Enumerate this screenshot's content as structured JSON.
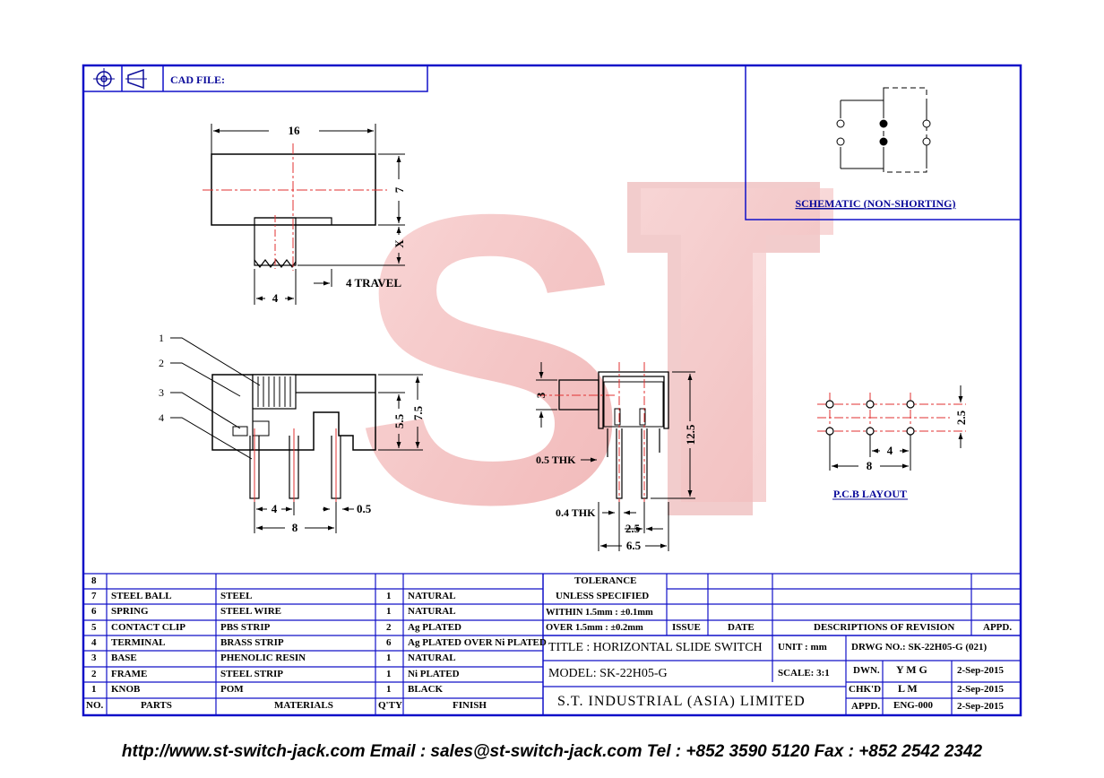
{
  "header": {
    "cad_file_label": "CAD FILE:"
  },
  "drawing": {
    "watermark": "ST",
    "dims": {
      "width_16": "16",
      "height_7": "7",
      "x": "X",
      "knob_4": "4",
      "travel": "4 TRAVEL",
      "side_7_5": "7.5",
      "side_5_5": "5.5",
      "pin_4": "4",
      "pin_8": "8",
      "pin_0_5": "0.5",
      "front_3": "3",
      "front_12_5": "12.5",
      "thk_0_5": "0.5 THK",
      "thk_0_4": "0.4 THK",
      "front_2_5": "2.5",
      "front_6_5": "6.5",
      "pcb_2_5": "2.5",
      "pcb_4": "4",
      "pcb_8": "8"
    },
    "callouts": [
      "1",
      "2",
      "3",
      "4"
    ],
    "schematic_label": "SCHEMATIC (NON-SHORTING)",
    "pcb_label": "P.C.B LAYOUT"
  },
  "bom": {
    "rows": [
      {
        "no": "8",
        "part": "",
        "material": "",
        "qty": "",
        "finish": ""
      },
      {
        "no": "7",
        "part": "STEEL BALL",
        "material": "STEEL",
        "qty": "1",
        "finish": "NATURAL"
      },
      {
        "no": "6",
        "part": "SPRING",
        "material": "STEEL WIRE",
        "qty": "1",
        "finish": "NATURAL"
      },
      {
        "no": "5",
        "part": "CONTACT CLIP",
        "material": "PBS STRIP",
        "qty": "2",
        "finish": "Ag PLATED"
      },
      {
        "no": "4",
        "part": "TERMINAL",
        "material": "BRASS STRIP",
        "qty": "6",
        "finish": "Ag PLATED OVER Ni PLATED"
      },
      {
        "no": "3",
        "part": "BASE",
        "material": "PHENOLIC RESIN",
        "qty": "1",
        "finish": "NATURAL"
      },
      {
        "no": "2",
        "part": "FRAME",
        "material": "STEEL STRIP",
        "qty": "1",
        "finish": "Ni PLATED"
      },
      {
        "no": "1",
        "part": "KNOB",
        "material": "POM",
        "qty": "1",
        "finish": "BLACK"
      }
    ],
    "headers": {
      "no": "NO.",
      "part": "PARTS",
      "material": "MATERIALS",
      "qty": "Q'TY",
      "finish": "FINISH"
    }
  },
  "title_block": {
    "tolerance": "TOLERANCE",
    "unless": "UNLESS SPECIFIED",
    "within": "WITHIN 1.5mm : ±0.1mm",
    "over": "OVER 1.5mm : ±0.2mm",
    "issue": "ISSUE",
    "date": "DATE",
    "descriptions": "DESCRIPTIONS OF REVISION",
    "appd": "APPD.",
    "title": "TITLE : HORIZONTAL SLIDE SWITCH",
    "unit": "UNIT : mm",
    "drwg_no": "DRWG NO.: SK-22H05-G (021)",
    "model": "MODEL: SK-22H05-G",
    "scale": "SCALE: 3:1",
    "dwn_label": "DWN.",
    "dwn_name": "Y M G",
    "dwn_date": "2-Sep-2015",
    "chkd_label": "CHK'D",
    "chkd_name": "L M",
    "chkd_date": "2-Sep-2015",
    "appd_label": "APPD.",
    "appd_name": "ENG-000",
    "appd_date": "2-Sep-2015",
    "company": "S.T. INDUSTRIAL (ASIA) LIMITED"
  },
  "footer": "http://www.st-switch-jack.com  Email : sales@st-switch-jack.com  Tel : +852 3590 5120  Fax : +852 2542 2342",
  "colors": {
    "border": "#1010c8",
    "centerline": "#e03030",
    "watermark": "#f2b8b8"
  }
}
